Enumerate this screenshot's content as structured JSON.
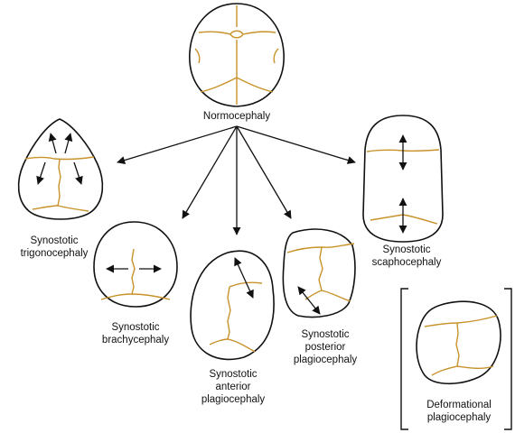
{
  "colors": {
    "outline": "#111111",
    "suture": "#c8922a",
    "background": "#ffffff"
  },
  "labels": {
    "normocephaly": [
      "Normocephaly"
    ],
    "trigonocephaly": [
      "Synostotic",
      "trigonocephaly"
    ],
    "brachycephaly": [
      "Synostotic",
      "brachycephaly"
    ],
    "anterior_plagiocephaly": [
      "Synostotic",
      "anterior",
      "plagiocephaly"
    ],
    "posterior_plagiocephaly": [
      "Synostotic",
      "posterior",
      "plagiocephaly"
    ],
    "scaphocephaly": [
      "Synostotic",
      "scaphocephaly"
    ],
    "deformational_plagiocephaly": [
      "Deformational",
      "plagiocephaly"
    ]
  }
}
